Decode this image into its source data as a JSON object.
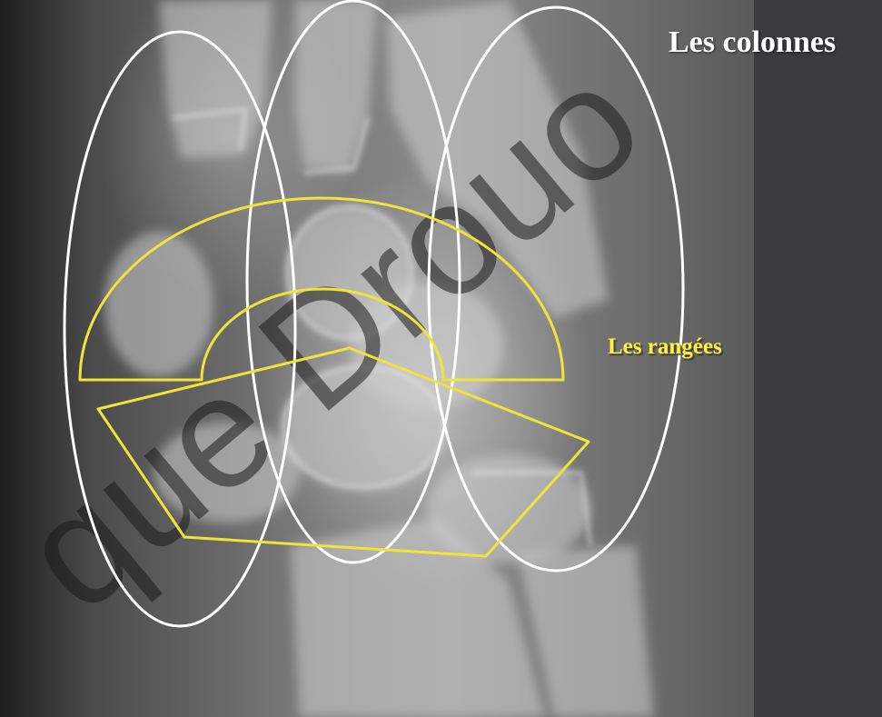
{
  "image": {
    "subject": "wrist-radiograph",
    "overlay_colors": {
      "columns": "#ffffff",
      "rows": "#f2e33a",
      "watermark": "#1a1a1a"
    }
  },
  "labels": {
    "columns": "Les colonnes",
    "rows": "Les rangées"
  },
  "watermark": {
    "text": "que Drouo"
  }
}
